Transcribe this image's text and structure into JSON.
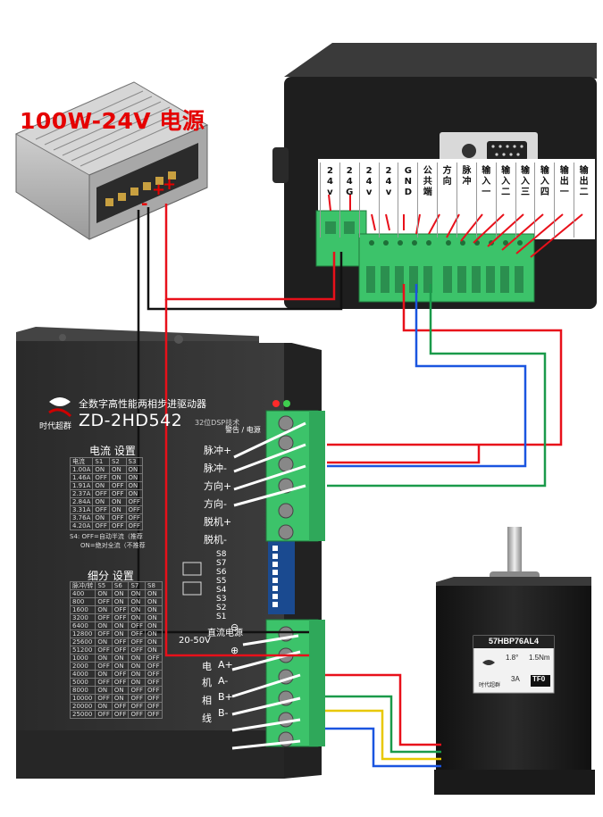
{
  "psu": {
    "title": "100W-24V 电源",
    "pos": "+",
    "neg": "-"
  },
  "controller": {
    "terminals": [
      "24v",
      "24G",
      "24v",
      "24v",
      "GND",
      "公共端",
      "方向",
      "脉冲",
      "输入一",
      "输入二",
      "输入三",
      "输入四",
      "输出一",
      "输出二"
    ]
  },
  "driver": {
    "brand": "时代超群",
    "subtitle": "全数字高性能两相步进驱动器",
    "model": "ZD-2HD542",
    "dsp": "32位DSP技术",
    "alarm_label": "警告 / 电源",
    "signal_labels": [
      "脉冲+",
      "脉冲-",
      "方向+",
      "方向-",
      "脱机+",
      "脱机-"
    ],
    "current_title": "电流 设置",
    "current_headers": [
      "电流",
      "S1",
      "S2",
      "S3"
    ],
    "current_rows": [
      [
        "1.00A",
        "ON",
        "ON",
        "ON"
      ],
      [
        "1.46A",
        "OFF",
        "ON",
        "ON"
      ],
      [
        "1.91A",
        "ON",
        "OFF",
        "ON"
      ],
      [
        "2.37A",
        "OFF",
        "OFF",
        "ON"
      ],
      [
        "2.84A",
        "ON",
        "ON",
        "OFF"
      ],
      [
        "3.31A",
        "OFF",
        "ON",
        "OFF"
      ],
      [
        "3.76A",
        "ON",
        "OFF",
        "OFF"
      ],
      [
        "4.20A",
        "OFF",
        "OFF",
        "OFF"
      ]
    ],
    "s4_note_1": "S4: OFF=自动半流（推荐",
    "s4_note_2": "ON=绝对全流（不推荐",
    "micro_title": "细分 设置",
    "micro_headers": [
      "脉冲/转",
      "S5",
      "S6",
      "S7",
      "S8"
    ],
    "micro_rows": [
      [
        "400",
        "ON",
        "ON",
        "ON",
        "ON"
      ],
      [
        "800",
        "OFF",
        "ON",
        "ON",
        "ON"
      ],
      [
        "1600",
        "ON",
        "OFF",
        "ON",
        "ON"
      ],
      [
        "3200",
        "OFF",
        "OFF",
        "ON",
        "ON"
      ],
      [
        "6400",
        "ON",
        "ON",
        "OFF",
        "ON"
      ],
      [
        "12800",
        "OFF",
        "ON",
        "OFF",
        "ON"
      ],
      [
        "25600",
        "ON",
        "OFF",
        "OFF",
        "ON"
      ],
      [
        "51200",
        "OFF",
        "OFF",
        "OFF",
        "ON"
      ],
      [
        "1000",
        "ON",
        "ON",
        "ON",
        "OFF"
      ],
      [
        "2000",
        "OFF",
        "ON",
        "ON",
        "OFF"
      ],
      [
        "4000",
        "ON",
        "OFF",
        "ON",
        "OFF"
      ],
      [
        "5000",
        "OFF",
        "OFF",
        "ON",
        "OFF"
      ],
      [
        "8000",
        "ON",
        "ON",
        "OFF",
        "OFF"
      ],
      [
        "10000",
        "OFF",
        "ON",
        "OFF",
        "OFF"
      ],
      [
        "20000",
        "ON",
        "OFF",
        "OFF",
        "OFF"
      ],
      [
        "25000",
        "OFF",
        "OFF",
        "OFF",
        "OFF"
      ]
    ],
    "dip_labels": [
      "S8",
      "S7",
      "S6",
      "S5",
      "S4",
      "S3",
      "S2",
      "S1"
    ],
    "dc_power": "直流电源",
    "voltage": "20-50V",
    "power_minus": "⊖",
    "power_plus": "⊕",
    "motor_label_1": "电",
    "motor_label_2": "机",
    "motor_label_3": "相",
    "motor_label_4": "线",
    "motor_terminals": [
      "A+",
      "A-",
      "B+",
      "B-"
    ]
  },
  "motor": {
    "model": "57HBP76AL4",
    "step": "1.8°",
    "torque": "1.5Nm",
    "current": "3A",
    "badge": "TF0",
    "brand": "时代超群"
  },
  "colors": {
    "wire_red": "#e8101a",
    "wire_blue": "#1a55e0",
    "wire_green": "#1a9a4a",
    "wire_yellow": "#e8c800",
    "wire_black": "#111111",
    "terminal_green": "#3cc36a"
  }
}
